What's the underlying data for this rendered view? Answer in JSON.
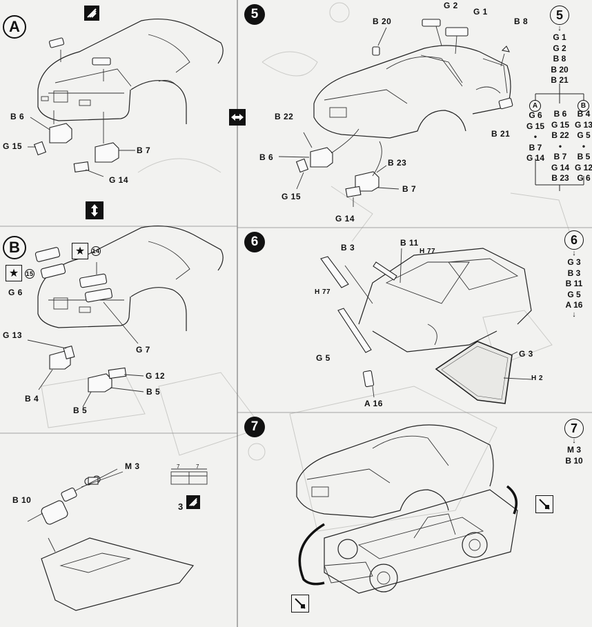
{
  "steps": {
    "A": {
      "badge": "A",
      "labels": {
        "b6": "B 6",
        "g15": "G 15",
        "b7": "B 7",
        "g14": "G 14"
      }
    },
    "B": {
      "badge": "B",
      "star_left": "15",
      "star_right": "14",
      "labels": {
        "g6": "G 6",
        "g7": "G 7",
        "g13": "G 13",
        "g12": "G 12",
        "b4": "B 4",
        "b5a": "B 5",
        "b5b": "B 5"
      }
    },
    "step5": {
      "badge": "5",
      "labels": {
        "g2": "G 2",
        "g1": "G 1",
        "b20": "B 20",
        "b8": "B 8",
        "b22": "B 22",
        "b21": "B 21",
        "b6": "B 6",
        "b23": "B 23",
        "g15": "G 15",
        "b7": "B 7",
        "g14": "G 14"
      }
    },
    "step6": {
      "badge": "6",
      "labels": {
        "b3": "B 3",
        "b11": "B 11",
        "h77a": "H 77",
        "h77b": "H 77",
        "g5": "G 5",
        "g3": "G 3",
        "h2": "H 2",
        "a16": "A 16"
      }
    },
    "step7": {
      "badge": "7"
    },
    "bulb": {
      "labels": {
        "m3": "M 3",
        "b10": "B 10"
      },
      "dim_left": "7",
      "dim_right": "7",
      "glue_count": "3"
    }
  },
  "sequence5": {
    "badge": "5",
    "top": [
      "G 1",
      "G 2",
      "B 8",
      "B 20",
      "B 21"
    ],
    "branch_a_badge": "A",
    "branch_a": [
      "G 6",
      "G 15",
      "•",
      "B 7",
      "G 14"
    ],
    "middle": [
      "B 6",
      "G 15",
      "B 22",
      "•",
      "B 7",
      "G 14",
      "B 23"
    ],
    "branch_b_badge": "B",
    "branch_b": [
      "B 4",
      "G 13",
      "G 5",
      "•",
      "B 5",
      "G 12",
      "G 6"
    ]
  },
  "sequence6": {
    "badge": "6",
    "items": [
      "G 3",
      "B 3",
      "B 11",
      "G 5",
      "A 16"
    ]
  },
  "sequence7": {
    "badge": "7",
    "items": [
      "M 3",
      "B 10"
    ]
  }
}
